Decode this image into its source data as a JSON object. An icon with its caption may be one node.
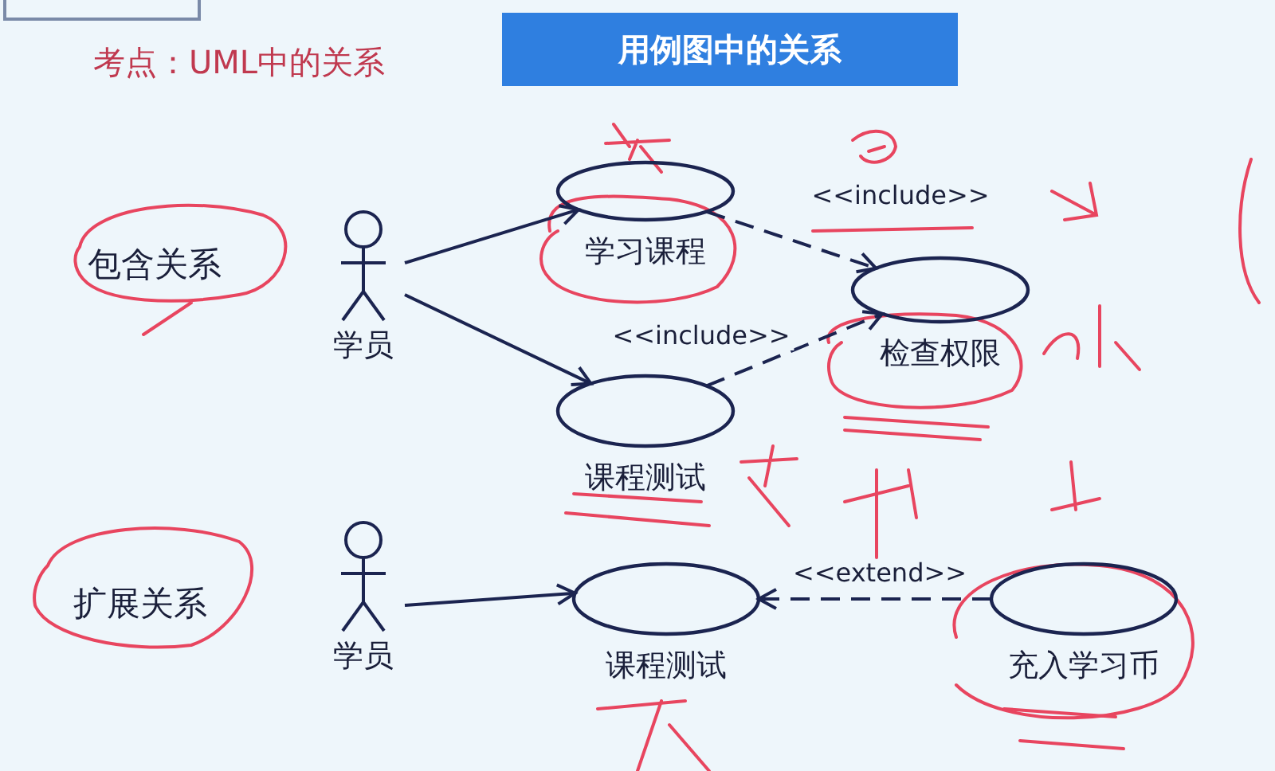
{
  "diagram": {
    "title": "用例图中的关系",
    "nodes": [
      {
        "text": [
          "学员"
        ]
      },
      {
        "text": [
          "学习课程"
        ]
      },
      {
        "text": [
          "检查权限"
        ]
      },
      {
        "text": [
          "课程测试"
        ]
      },
      {
        "text": [
          "学员"
        ]
      },
      {
        "text": [
          "课程测试"
        ]
      },
      {
        "text": [
          "充入学习币"
        ]
      }
    ],
    "edges": [
      {
        "from": 0,
        "to": 1,
        "arrow": "to"
      },
      {
        "from": 0,
        "to": 3,
        "arrow": "to"
      },
      {
        "from": 1,
        "to": 2,
        "arrow": "to",
        "style": "dashed",
        "label": "<<include>>"
      },
      {
        "from": 3,
        "to": 2,
        "arrow": "to",
        "style": "dashed",
        "label": "<<include>>"
      },
      {
        "from": 4,
        "to": 5,
        "arrow": "to"
      },
      {
        "from": 6,
        "to": 5,
        "arrow": "to",
        "style": "dashed",
        "label": "<<extend>>"
      }
    ],
    "labels": [
      "考点：UML中的关系",
      "包含关系",
      "扩展关系"
    ]
  }
}
